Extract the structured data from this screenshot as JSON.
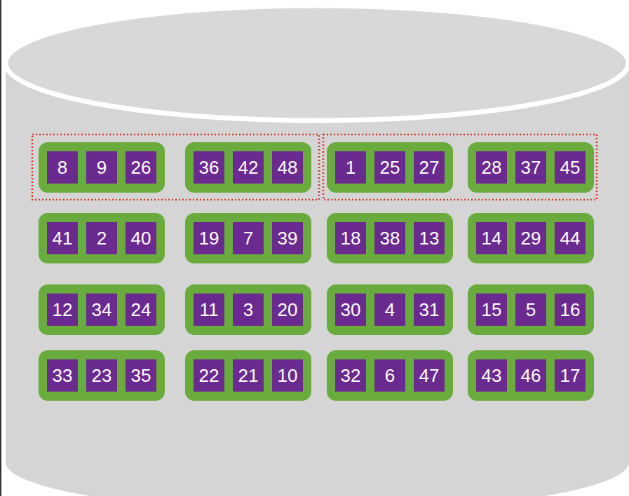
{
  "diagram": {
    "nodes": [
      {
        "text": []
      },
      {
        "text": [
          "8"
        ],
        "in": 0
      },
      {
        "text": [
          "9"
        ],
        "in": 0
      },
      {
        "text": [
          "26"
        ],
        "in": 0
      },
      {
        "text": []
      },
      {
        "text": [
          "36"
        ],
        "in": 4
      },
      {
        "text": [
          "42"
        ],
        "in": 4
      },
      {
        "text": [
          "48"
        ],
        "in": 4
      },
      {
        "text": []
      },
      {
        "text": [
          "1"
        ],
        "in": 8
      },
      {
        "text": [
          "25"
        ],
        "in": 8
      },
      {
        "text": [
          "27"
        ],
        "in": 8
      },
      {
        "text": []
      },
      {
        "text": [
          "28"
        ],
        "in": 12
      },
      {
        "text": [
          "37"
        ],
        "in": 12
      },
      {
        "text": [
          "45"
        ],
        "in": 12
      },
      {
        "text": []
      },
      {
        "text": [
          "41"
        ],
        "in": 16
      },
      {
        "text": [
          "2"
        ],
        "in": 16
      },
      {
        "text": [
          "40"
        ],
        "in": 16
      },
      {
        "text": []
      },
      {
        "text": [
          "19"
        ],
        "in": 20
      },
      {
        "text": [
          "7"
        ],
        "in": 20
      },
      {
        "text": [
          "39"
        ],
        "in": 20
      },
      {
        "text": []
      },
      {
        "text": [
          "18"
        ],
        "in": 24
      },
      {
        "text": [
          "38"
        ],
        "in": 24
      },
      {
        "text": [
          "13"
        ],
        "in": 24
      },
      {
        "text": []
      },
      {
        "text": [
          "14"
        ],
        "in": 28
      },
      {
        "text": [
          "29"
        ],
        "in": 28
      },
      {
        "text": [
          "44"
        ],
        "in": 28
      },
      {
        "text": []
      },
      {
        "text": [
          "12"
        ],
        "in": 32
      },
      {
        "text": [
          "34"
        ],
        "in": 32
      },
      {
        "text": [
          "24"
        ],
        "in": 32
      },
      {
        "text": []
      },
      {
        "text": [
          "11"
        ],
        "in": 36
      },
      {
        "text": [
          "3"
        ],
        "in": 36
      },
      {
        "text": [
          "20"
        ],
        "in": 36
      },
      {
        "text": []
      },
      {
        "text": [
          "30"
        ],
        "in": 40
      },
      {
        "text": [
          "4"
        ],
        "in": 40
      },
      {
        "text": [
          "31"
        ],
        "in": 40
      },
      {
        "text": []
      },
      {
        "text": [
          "15"
        ],
        "in": 44
      },
      {
        "text": [
          "5"
        ],
        "in": 44
      },
      {
        "text": [
          "16"
        ],
        "in": 44
      },
      {
        "text": []
      },
      {
        "text": [
          "33"
        ],
        "in": 48
      },
      {
        "text": [
          "23"
        ],
        "in": 48
      },
      {
        "text": [
          "35"
        ],
        "in": 48
      },
      {
        "text": []
      },
      {
        "text": [
          "22"
        ],
        "in": 52
      },
      {
        "text": [
          "21"
        ],
        "in": 52
      },
      {
        "text": [
          "10"
        ],
        "in": 52
      },
      {
        "text": []
      },
      {
        "text": [
          "32"
        ],
        "in": 56
      },
      {
        "text": [
          "6"
        ],
        "in": 56
      },
      {
        "text": [
          "47"
        ],
        "in": 56
      },
      {
        "text": []
      },
      {
        "text": [
          "43"
        ],
        "in": 60
      },
      {
        "text": [
          "46"
        ],
        "in": 60
      },
      {
        "text": [
          "17"
        ],
        "in": 60
      }
    ]
  }
}
